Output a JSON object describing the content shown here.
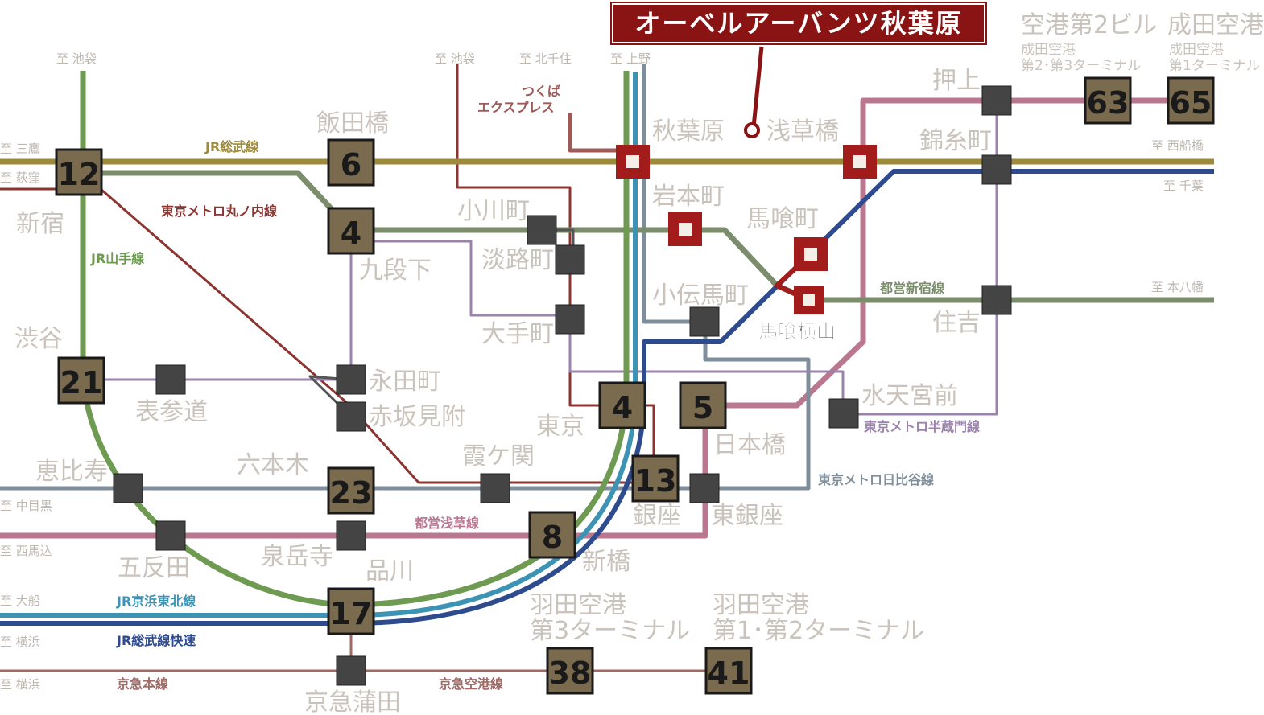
{
  "title": "オーベルアーバンツ秋葉原",
  "property_station": "馬喰横山",
  "colors": {
    "jr_sobu": "#9d8a3a",
    "jr_yamanote": "#6e9a52",
    "jr_keihin": "#3d93b4",
    "jr_sobu_rapid": "#2e4b8e",
    "marunouchi": "#8b3430",
    "hanzomon": "#9b83ad",
    "hibiya": "#7f8e9a",
    "asakusa": "#b97890",
    "shinjuku": "#7b8d6c",
    "keikyu": "#a06a66",
    "tsukuba": "#9d5a56",
    "tozai_green": "#7d9070",
    "target_red": "#a31c1c",
    "time_box": "#7a6b4e"
  },
  "line_labels": {
    "jr_sobu": "JR総武線",
    "marunouchi": "東京メトロ丸ノ内線",
    "yamanote": "JR山手線",
    "shinjuku": "都営新宿線",
    "hanzomon": "東京メトロ半蔵門線",
    "hibiya": "東京メトロ日比谷線",
    "asakusa": "都営浅草線",
    "keihin": "JR京浜東北線",
    "sobu_rapid": "JR総武線快速",
    "keikyu_main": "京急本線",
    "keikyu_airport": "京急空港線",
    "tsukuba": "つくば\nエクスプレス"
  },
  "stations": {
    "shinjuku": "新宿",
    "iidabashi": "飯田橋",
    "kudanshita": "九段下",
    "ogawamachi": "小川町",
    "awajicho": "淡路町",
    "otemachi": "大手町",
    "iwamotocho": "岩本町",
    "bakurocho": "馬喰町",
    "kodenmacho": "小伝馬町",
    "akihabara": "秋葉原",
    "asakusabashi": "浅草橋",
    "kinshicho": "錦糸町",
    "oshiage": "押上",
    "sumiyoshi": "住吉",
    "suitengumae": "水天宮前",
    "shibuya": "渋谷",
    "omotesando": "表参道",
    "nagatacho": "永田町",
    "akasakamitsuke": "赤坂見附",
    "tokyo": "東京",
    "nihonbashi": "日本橋",
    "kasumigaseki": "霞ケ関",
    "roppongi": "六本木",
    "ebisu": "恵比寿",
    "ginza": "銀座",
    "higashiginza": "東銀座",
    "gotanda": "五反田",
    "sengakuji": "泉岳寺",
    "shinagawa": "品川",
    "shimbashi": "新橋",
    "haneda3": "羽田空港\n第3ターミナル",
    "haneda12": "羽田空港\n第1･第2ターミナル",
    "keikyukamata": "京急蒲田",
    "narita2": "空港第2ビル",
    "narita2_sub": "成田空港\n第2･第3ターミナル",
    "narita1": "成田空港",
    "narita1_sub": "成田空港\n第1ターミナル"
  },
  "destinations": {
    "ikebukuro_1": "至 池袋",
    "ikebukuro_2": "至 池袋",
    "kitasenju": "至 北千住",
    "ueno": "至 上野",
    "mitaka": "至 三鷹",
    "ogikubo": "至 荻窪",
    "nishifunabashi": "至 西船橋",
    "chiba": "至 千葉",
    "motoyawata": "至 本八幡",
    "nakameguro": "至 中目黒",
    "nishimagome": "至 西馬込",
    "omiya": "至 大船",
    "yokohama_1": "至 横浜",
    "yokohama_2": "至 横浜"
  },
  "travel_times": {
    "shinjuku": "12",
    "iidabashi": "6",
    "kudanshita": "4",
    "shibuya": "21",
    "tokyo": "4",
    "nihonbashi": "5",
    "ginza": "13",
    "roppongi": "23",
    "shimbashi": "8",
    "shinagawa": "17",
    "haneda3": "38",
    "haneda12": "41",
    "narita2": "63",
    "narita1": "65"
  }
}
